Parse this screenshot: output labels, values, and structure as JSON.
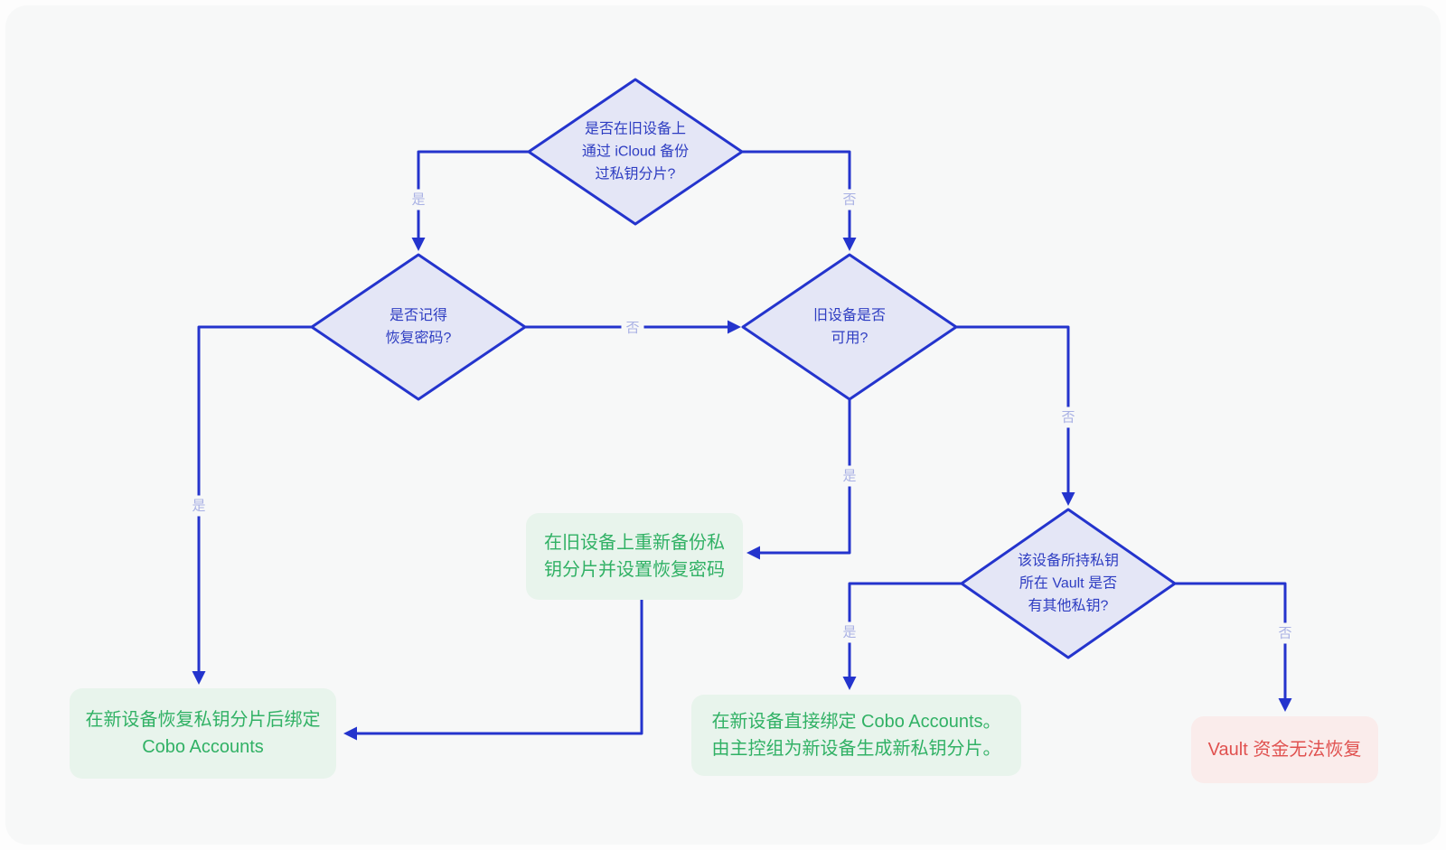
{
  "colors": {
    "page_background": "#f7f8f8",
    "connector_blue": "#2434cd",
    "decision_fill": "#e4e6f6",
    "decision_text": "#2e3dc2",
    "edge_label_text": "#a9b1e4",
    "success_background": "#e8f4ec",
    "success_text": "#31b165",
    "failure_background": "#faeceb",
    "failure_text": "#e0514f"
  },
  "flowchart": {
    "decisions": [
      {
        "id": "icloud-backup",
        "lines": [
          "是否在旧设备上",
          "通过 iCloud 备份",
          "过私钥分片?"
        ]
      },
      {
        "id": "remember-password",
        "lines": [
          "是否记得",
          "恢复密码?"
        ]
      },
      {
        "id": "old-device-available",
        "lines": [
          "旧设备是否",
          "可用?"
        ]
      },
      {
        "id": "vault-other-keys",
        "lines": [
          "该设备所持私钥",
          "所在 Vault 是否",
          "有其他私钥?"
        ]
      }
    ],
    "outcomes": [
      {
        "id": "rebackup-old-device",
        "type": "success",
        "lines": [
          "在旧设备上重新备份私",
          "钥分片并设置恢复密码"
        ]
      },
      {
        "id": "restore-bind-cobo",
        "type": "success",
        "lines": [
          "在新设备恢复私钥分片后绑定",
          "Cobo Accounts"
        ]
      },
      {
        "id": "direct-bind-cobo",
        "type": "success",
        "lines": [
          "在新设备直接绑定 Cobo Accounts。",
          "由主控组为新设备生成新私钥分片。"
        ]
      },
      {
        "id": "funds-unrecoverable",
        "type": "failure",
        "lines": [
          "Vault 资金无法恢复"
        ]
      }
    ],
    "edge_labels": {
      "yes": "是",
      "no": "否"
    }
  }
}
